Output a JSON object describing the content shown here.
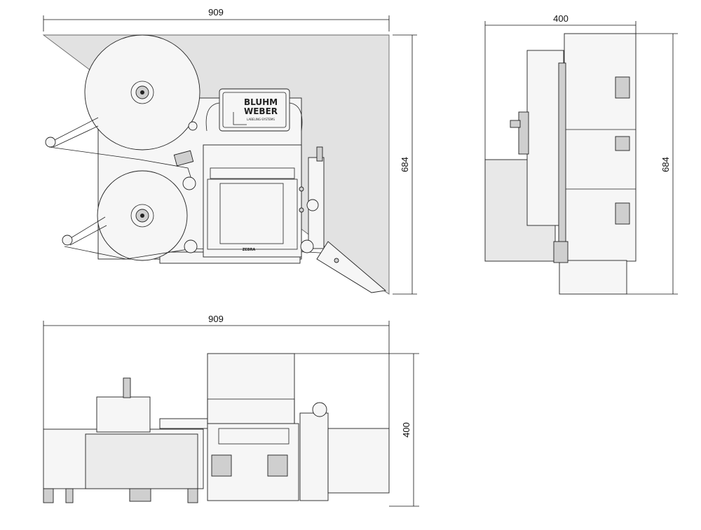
{
  "dimensions": {
    "top_width": "909",
    "top_height": "684",
    "side_width": "400",
    "side_height": "684",
    "bottom_width": "909",
    "bottom_height": "400"
  },
  "logo": {
    "line1": "BLUHM",
    "line2": "WEBER",
    "line3": "LABELING-SYSTEMS"
  },
  "printer_label": "ZEBRA"
}
